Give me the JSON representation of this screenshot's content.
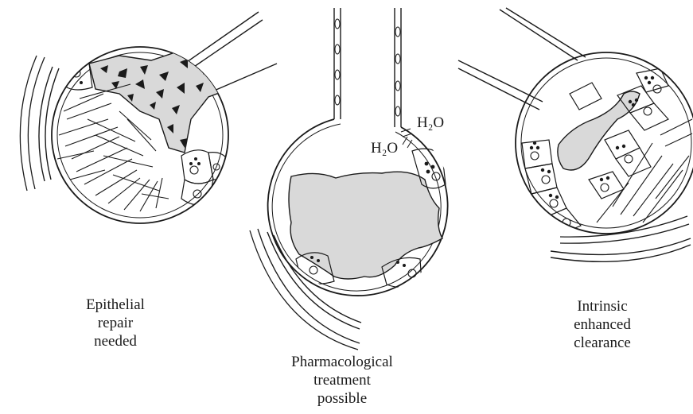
{
  "labels": {
    "left": [
      "Epithelial",
      "repair",
      "needed"
    ],
    "center": [
      "Pharmacological",
      "treatment",
      "possible"
    ],
    "right": [
      "Intrinsic",
      "enhanced",
      "clearance"
    ]
  },
  "water": {
    "right_label": "H₂O",
    "left_label": "H₂O"
  },
  "colors": {
    "line": "#1a1a1a",
    "edema_fill": "#d9d9d9",
    "debris": "#1a1a1a"
  }
}
